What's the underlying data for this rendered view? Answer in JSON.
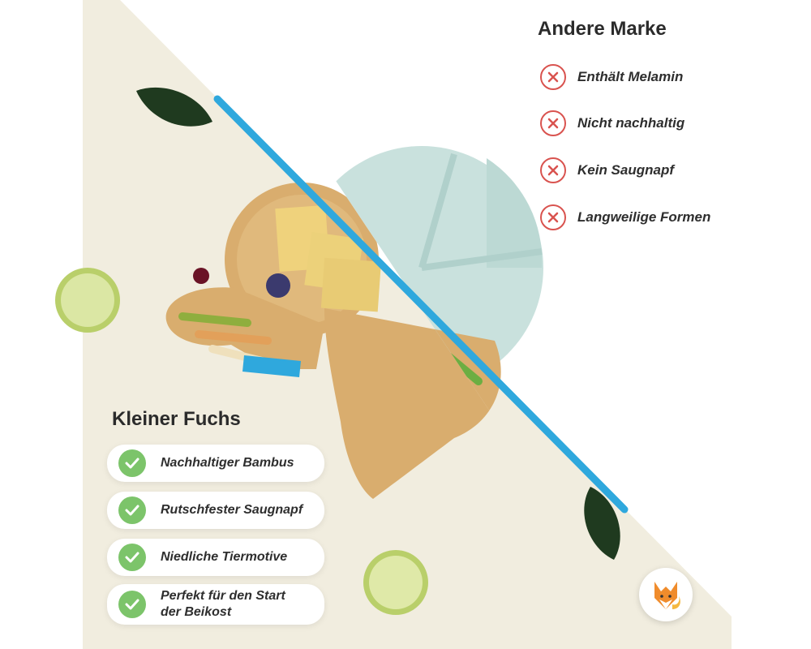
{
  "colors": {
    "beige": "#f1eddf",
    "blue_line": "#2fa8dd",
    "bad_accent": "#d9534f",
    "good_accent": "#7cc46a"
  },
  "other_brand": {
    "title": "Andere Marke",
    "icon": "x-circle-icon",
    "items": [
      {
        "label": "Enthält Melamin"
      },
      {
        "label": "Nicht nachhaltig"
      },
      {
        "label": "Kein Saugnapf"
      },
      {
        "label": "Langweilige Formen"
      }
    ]
  },
  "our_brand": {
    "title": "Kleiner Fuchs",
    "icon": "check-circle-icon",
    "items": [
      {
        "label": "Nachhaltiger Bambus"
      },
      {
        "label": "Rutschfester Saugnapf"
      },
      {
        "label": "Niedliche Tiermotive"
      },
      {
        "label_line1": "Perfekt für den Start",
        "label_line2": "der Beikost"
      }
    ]
  },
  "logo": {
    "icon": "fox-logo-icon"
  }
}
